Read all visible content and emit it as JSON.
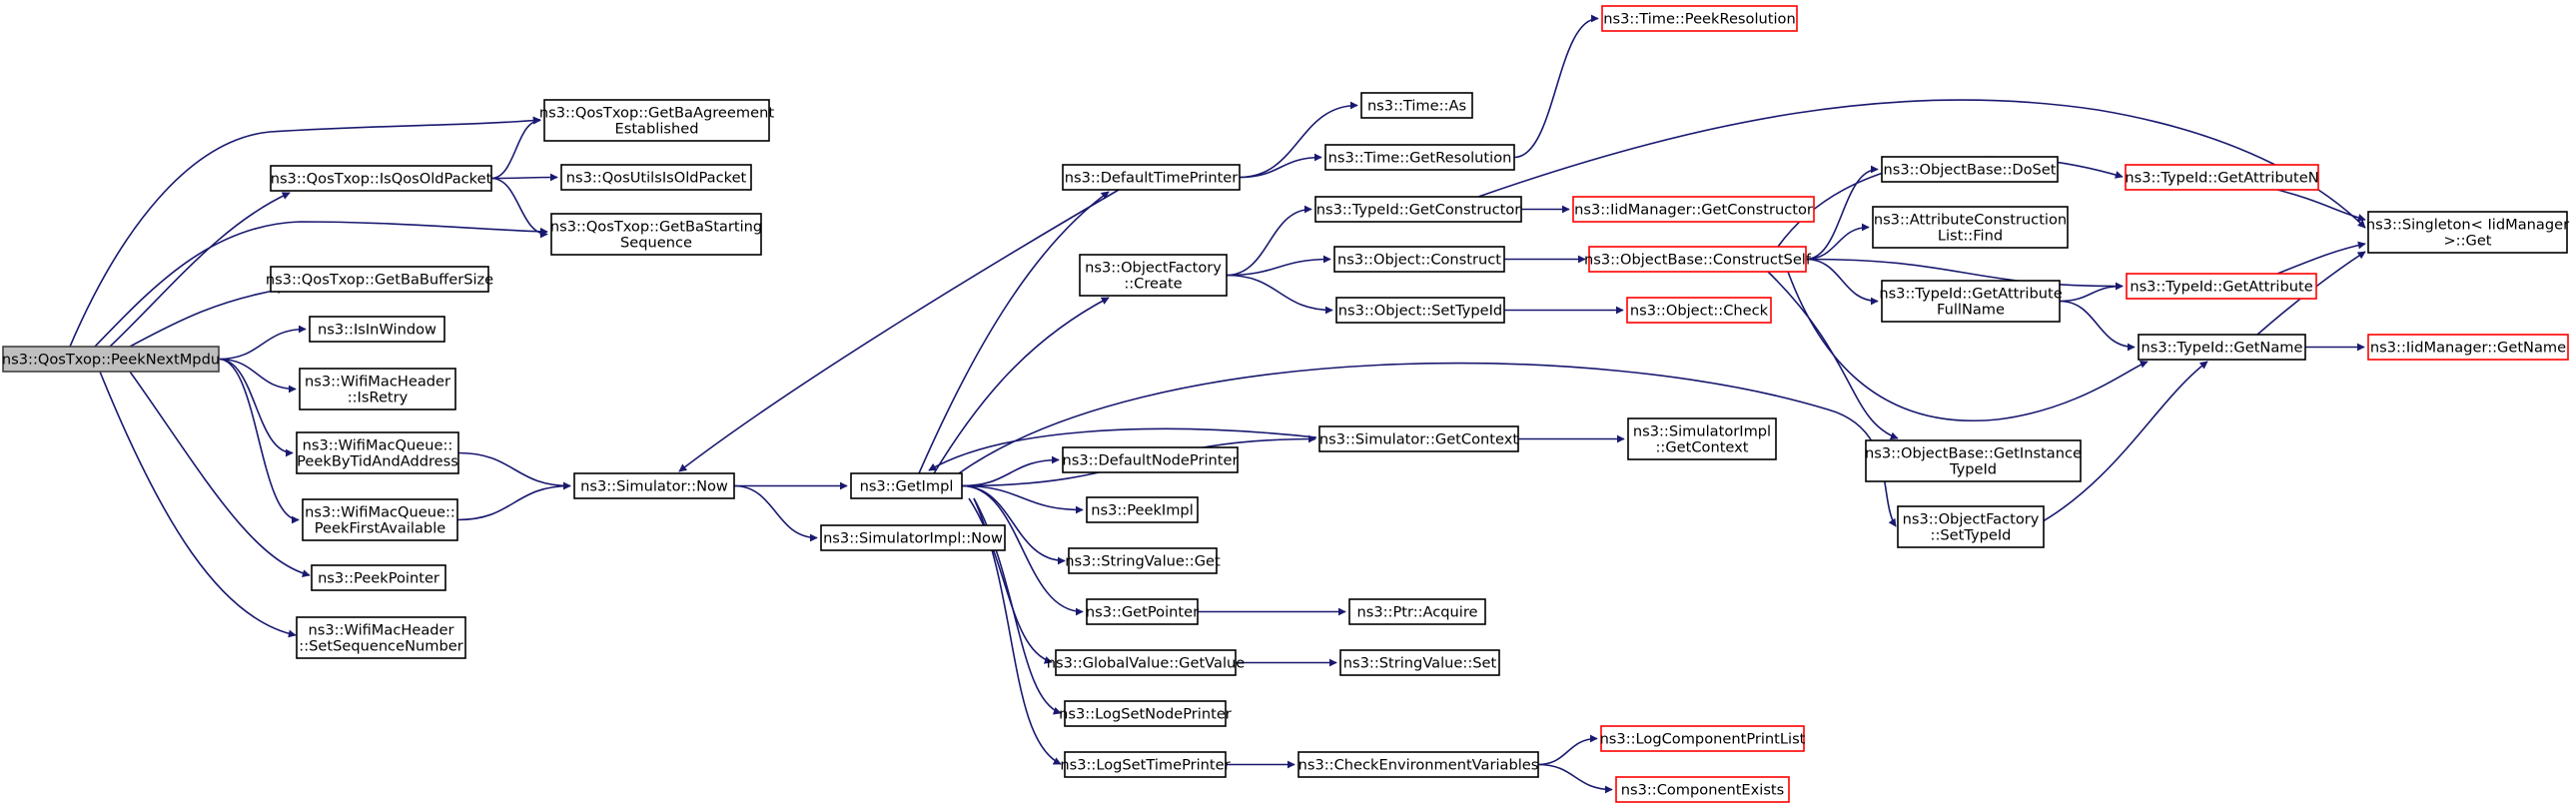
{
  "diagram": {
    "type": "call-graph",
    "colors": {
      "edge": "#191970",
      "node_border": "#000000",
      "truncated_border": "#ff0000",
      "root_fill": "#bfbfbf"
    },
    "nodes": [
      {
        "id": "root",
        "lines": [
          "ns3::QosTxop::PeekNextMpdu"
        ],
        "style": "root"
      },
      {
        "id": "getBaAgreement",
        "lines": [
          "ns3::QosTxop::GetBaAgreement",
          "Established"
        ],
        "style": "normal"
      },
      {
        "id": "isQosOldPacket",
        "lines": [
          "ns3::QosTxop::IsQosOldPacket"
        ],
        "style": "normal"
      },
      {
        "id": "qosUtilsIsOld",
        "lines": [
          "ns3::QosUtilsIsOldPacket"
        ],
        "style": "normal"
      },
      {
        "id": "getBaStarting",
        "lines": [
          "ns3::QosTxop::GetBaStarting",
          "Sequence"
        ],
        "style": "normal"
      },
      {
        "id": "getBaBufferSize",
        "lines": [
          "ns3::QosTxop::GetBaBufferSize"
        ],
        "style": "normal"
      },
      {
        "id": "isInWindow",
        "lines": [
          "ns3::IsInWindow"
        ],
        "style": "normal"
      },
      {
        "id": "isRetry",
        "lines": [
          "ns3::WifiMacHeader",
          "::IsRetry"
        ],
        "style": "normal"
      },
      {
        "id": "peekByTid",
        "lines": [
          "ns3::WifiMacQueue::",
          "PeekByTidAndAddress"
        ],
        "style": "normal"
      },
      {
        "id": "peekFirst",
        "lines": [
          "ns3::WifiMacQueue::",
          "PeekFirstAvailable"
        ],
        "style": "normal"
      },
      {
        "id": "peekPointer",
        "lines": [
          "ns3::PeekPointer"
        ],
        "style": "normal"
      },
      {
        "id": "setSeqNum",
        "lines": [
          "ns3::WifiMacHeader",
          "::SetSequenceNumber"
        ],
        "style": "normal"
      },
      {
        "id": "simNow",
        "lines": [
          "ns3::Simulator::Now"
        ],
        "style": "normal"
      },
      {
        "id": "getImpl",
        "lines": [
          "ns3::GetImpl"
        ],
        "style": "normal"
      },
      {
        "id": "simImplNow",
        "lines": [
          "ns3::SimulatorImpl::Now"
        ],
        "style": "normal"
      },
      {
        "id": "defTimePrinter",
        "lines": [
          "ns3::DefaultTimePrinter"
        ],
        "style": "normal"
      },
      {
        "id": "timeAs",
        "lines": [
          "ns3::Time::As"
        ],
        "style": "normal"
      },
      {
        "id": "timeGetRes",
        "lines": [
          "ns3::Time::GetResolution"
        ],
        "style": "normal"
      },
      {
        "id": "timePeekRes",
        "lines": [
          "ns3::Time::PeekResolution"
        ],
        "style": "red"
      },
      {
        "id": "objFactCreate",
        "lines": [
          "ns3::ObjectFactory",
          "::Create"
        ],
        "style": "normal"
      },
      {
        "id": "typeIdGetCtor",
        "lines": [
          "ns3::TypeId::GetConstructor"
        ],
        "style": "normal"
      },
      {
        "id": "iidGetCtor",
        "lines": [
          "ns3::IidManager::GetConstructor"
        ],
        "style": "red"
      },
      {
        "id": "objConstruct",
        "lines": [
          "ns3::Object::Construct"
        ],
        "style": "normal"
      },
      {
        "id": "objBaseConstructSelf",
        "lines": [
          "ns3::ObjectBase::ConstructSelf"
        ],
        "style": "red"
      },
      {
        "id": "objSetTypeId",
        "lines": [
          "ns3::Object::SetTypeId"
        ],
        "style": "normal"
      },
      {
        "id": "objCheck",
        "lines": [
          "ns3::Object::Check"
        ],
        "style": "red"
      },
      {
        "id": "objBaseDoSet",
        "lines": [
          "ns3::ObjectBase::DoSet"
        ],
        "style": "normal"
      },
      {
        "id": "attrConstructFind",
        "lines": [
          "ns3::AttributeConstruction",
          "List::Find"
        ],
        "style": "normal"
      },
      {
        "id": "typeIdGetAttrN",
        "lines": [
          "ns3::TypeId::GetAttributeN"
        ],
        "style": "red"
      },
      {
        "id": "singletonGet",
        "lines": [
          "ns3::Singleton< IidManager",
          " >::Get"
        ],
        "style": "normal"
      },
      {
        "id": "typeIdGetAttr",
        "lines": [
          "ns3::TypeId::GetAttribute"
        ],
        "style": "red"
      },
      {
        "id": "typeIdGetAttrFull",
        "lines": [
          "ns3::TypeId::GetAttribute",
          "FullName"
        ],
        "style": "normal"
      },
      {
        "id": "typeIdGetName",
        "lines": [
          "ns3::TypeId::GetName"
        ],
        "style": "normal"
      },
      {
        "id": "iidGetName",
        "lines": [
          "ns3::IidManager::GetName"
        ],
        "style": "red"
      },
      {
        "id": "objBaseGetInstTid",
        "lines": [
          "ns3::ObjectBase::GetInstance",
          "TypeId"
        ],
        "style": "normal"
      },
      {
        "id": "objFactSetTid",
        "lines": [
          "ns3::ObjectFactory",
          "::SetTypeId"
        ],
        "style": "normal"
      },
      {
        "id": "defNodePrinter",
        "lines": [
          "ns3::DefaultNodePrinter"
        ],
        "style": "normal"
      },
      {
        "id": "simGetContext",
        "lines": [
          "ns3::Simulator::GetContext"
        ],
        "style": "normal"
      },
      {
        "id": "simImplGetContext",
        "lines": [
          "ns3::SimulatorImpl",
          "::GetContext"
        ],
        "style": "normal"
      },
      {
        "id": "peekImpl",
        "lines": [
          "ns3::PeekImpl"
        ],
        "style": "normal"
      },
      {
        "id": "stringValueGet",
        "lines": [
          "ns3::StringValue::Get"
        ],
        "style": "normal"
      },
      {
        "id": "getPointer",
        "lines": [
          "ns3::GetPointer"
        ],
        "style": "normal"
      },
      {
        "id": "ptrAcquire",
        "lines": [
          "ns3::Ptr::Acquire"
        ],
        "style": "normal"
      },
      {
        "id": "globalValueGet",
        "lines": [
          "ns3::GlobalValue::GetValue"
        ],
        "style": "normal"
      },
      {
        "id": "stringValueSet",
        "lines": [
          "ns3::StringValue::Set"
        ],
        "style": "normal"
      },
      {
        "id": "logSetNodePrinter",
        "lines": [
          "ns3::LogSetNodePrinter"
        ],
        "style": "normal"
      },
      {
        "id": "logSetTimePrinter",
        "lines": [
          "ns3::LogSetTimePrinter"
        ],
        "style": "normal"
      },
      {
        "id": "checkEnvVars",
        "lines": [
          "ns3::CheckEnvironmentVariables"
        ],
        "style": "normal"
      },
      {
        "id": "logCompPrintList",
        "lines": [
          "ns3::LogComponentPrintList"
        ],
        "style": "red"
      },
      {
        "id": "compExists",
        "lines": [
          "ns3::ComponentExists"
        ],
        "style": "red"
      }
    ],
    "edges": [
      [
        "root",
        "getBaAgreement"
      ],
      [
        "root",
        "isQosOldPacket"
      ],
      [
        "root",
        "getBaStarting"
      ],
      [
        "root",
        "getBaBufferSize"
      ],
      [
        "root",
        "isInWindow"
      ],
      [
        "root",
        "isRetry"
      ],
      [
        "root",
        "peekByTid"
      ],
      [
        "root",
        "peekFirst"
      ],
      [
        "root",
        "peekPointer"
      ],
      [
        "root",
        "setSeqNum"
      ],
      [
        "isQosOldPacket",
        "getBaAgreement"
      ],
      [
        "isQosOldPacket",
        "qosUtilsIsOld"
      ],
      [
        "isQosOldPacket",
        "getBaStarting"
      ],
      [
        "peekByTid",
        "simNow"
      ],
      [
        "peekFirst",
        "simNow"
      ],
      [
        "simNow",
        "getImpl"
      ],
      [
        "simNow",
        "simImplNow"
      ],
      [
        "getImpl",
        "defTimePrinter"
      ],
      [
        "getImpl",
        "objFactCreate"
      ],
      [
        "getImpl",
        "defNodePrinter"
      ],
      [
        "getImpl",
        "simGetContext"
      ],
      [
        "getImpl",
        "peekImpl"
      ],
      [
        "getImpl",
        "stringValueGet"
      ],
      [
        "getImpl",
        "getPointer"
      ],
      [
        "getImpl",
        "globalValueGet"
      ],
      [
        "getImpl",
        "logSetNodePrinter"
      ],
      [
        "getImpl",
        "logSetTimePrinter"
      ],
      [
        "getImpl",
        "objFactSetTid"
      ],
      [
        "defTimePrinter",
        "timeAs"
      ],
      [
        "defTimePrinter",
        "timeGetRes"
      ],
      [
        "defTimePrinter",
        "simNow"
      ],
      [
        "timeGetRes",
        "timePeekRes"
      ],
      [
        "objFactCreate",
        "typeIdGetCtor"
      ],
      [
        "objFactCreate",
        "objConstruct"
      ],
      [
        "objFactCreate",
        "objSetTypeId"
      ],
      [
        "typeIdGetCtor",
        "iidGetCtor"
      ],
      [
        "typeIdGetCtor",
        "singletonGet"
      ],
      [
        "objConstruct",
        "objBaseConstructSelf"
      ],
      [
        "objSetTypeId",
        "objCheck"
      ],
      [
        "objBaseConstructSelf",
        "objBaseDoSet"
      ],
      [
        "objBaseConstructSelf",
        "attrConstructFind"
      ],
      [
        "objBaseConstructSelf",
        "typeIdGetAttrN"
      ],
      [
        "objBaseConstructSelf",
        "typeIdGetAttr"
      ],
      [
        "objBaseConstructSelf",
        "typeIdGetAttrFull"
      ],
      [
        "objBaseConstructSelf",
        "typeIdGetName"
      ],
      [
        "objBaseConstructSelf",
        "objBaseGetInstTid"
      ],
      [
        "typeIdGetAttrN",
        "singletonGet"
      ],
      [
        "typeIdGetAttr",
        "singletonGet"
      ],
      [
        "typeIdGetAttrFull",
        "typeIdGetAttr"
      ],
      [
        "typeIdGetAttrFull",
        "typeIdGetName"
      ],
      [
        "typeIdGetName",
        "singletonGet"
      ],
      [
        "typeIdGetName",
        "iidGetName"
      ],
      [
        "objFactSetTid",
        "typeIdGetName"
      ],
      [
        "simGetContext",
        "simImplGetContext"
      ],
      [
        "simGetContext",
        "getImpl"
      ],
      [
        "getPointer",
        "ptrAcquire"
      ],
      [
        "globalValueGet",
        "stringValueSet"
      ],
      [
        "logSetTimePrinter",
        "checkEnvVars"
      ],
      [
        "checkEnvVars",
        "logCompPrintList"
      ],
      [
        "checkEnvVars",
        "compExists"
      ]
    ]
  }
}
